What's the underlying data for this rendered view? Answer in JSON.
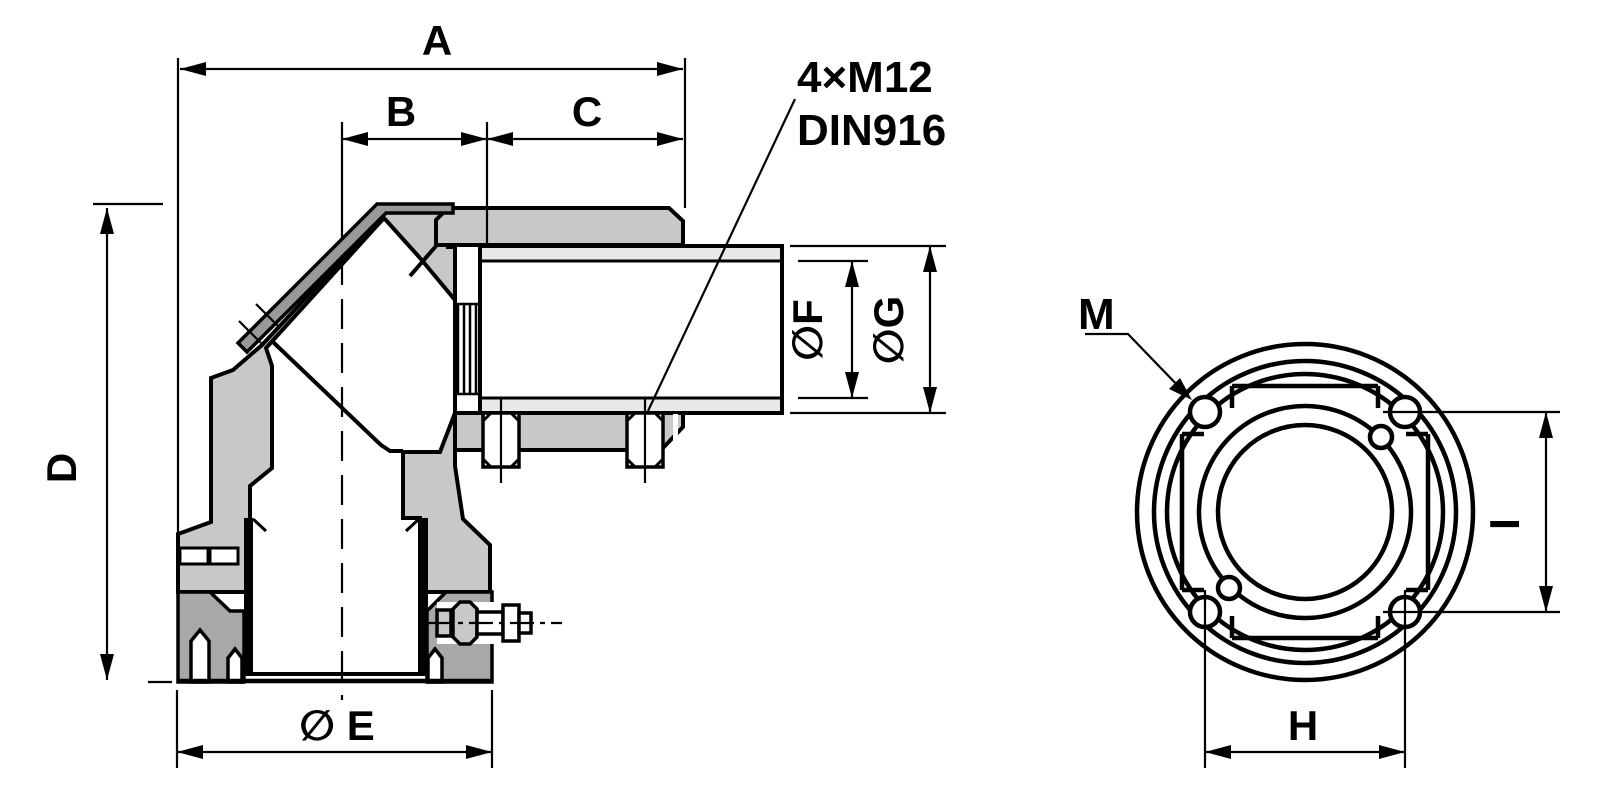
{
  "drawing_type": "technical-dimension-drawing",
  "labels": {
    "a": "A",
    "b": "B",
    "c": "C",
    "d": "D",
    "e": "∅ E",
    "f": "∅F",
    "g": "∅G",
    "h": "H",
    "i": "I",
    "m": "M"
  },
  "callout": {
    "line1": "4×M12",
    "line2": "DIN916"
  },
  "colors": {
    "outline": "#000000",
    "body_fill": "#c8c8c8",
    "insert_fill": "#a8a8a8",
    "cover_plate_fill": "#999999",
    "pipe_wall_fill": "#e8e8e8",
    "background": "#ffffff"
  }
}
